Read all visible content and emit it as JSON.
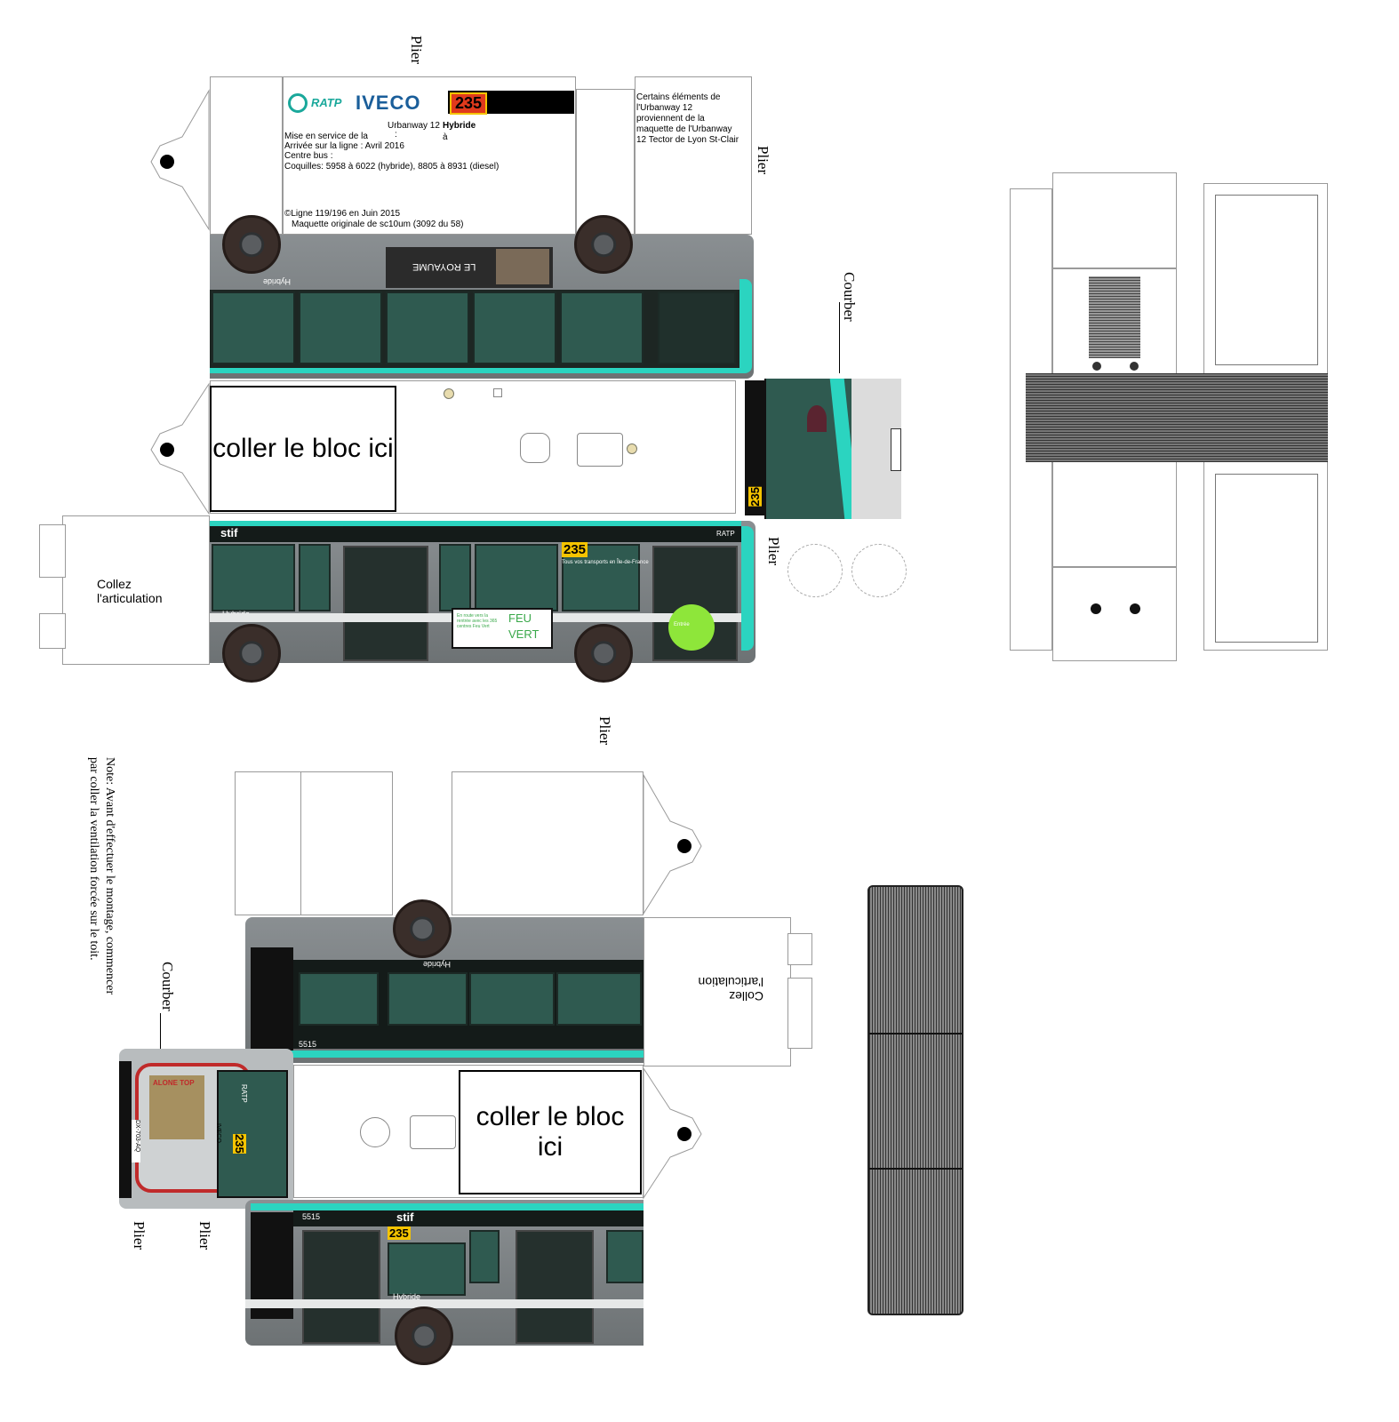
{
  "labels": {
    "plier": "Plier",
    "courber": "Courber",
    "coller_bloc": "coller le bloc ici",
    "collez_articulation": "Collez l'articulation",
    "hybride": "Hybride",
    "note": "Note: Avant d'effectuer le montage, commencer par coller la ventilation forcée sur le toit."
  },
  "info_card": {
    "brand_ratp": "RATP",
    "brand_iveco": "IVECO",
    "line_number": "235",
    "model": "Urbanway 12",
    "model_variant": "Hybride",
    "line1": "Mise en service de la",
    "line1b": ":",
    "line1c": "à",
    "line2": "Arrivée sur la ligne : Avril 2016",
    "line3": "Centre bus :",
    "line4": "Coquilles: 5958 à 6022 (hybride), 8805 à 8931 (diesel)",
    "line5": "©Ligne 119/196 en Juin 2015",
    "line6": "Maquette originale de sc10um (3092 du 58)"
  },
  "side_note": "Certains éléments de l'Urbanway 12 proviennent de la maquette de l'Urbanway 12 Tector de Lyon St-Clair",
  "ads": {
    "royaume": "LE ROYAUME",
    "feu_vert_1": "FEU",
    "feu_vert_2": "VERT",
    "feu_vert_small": "En route vers la rentrée avec les 365 centres Feu Vert",
    "transports": "Tous vos transports en Île-de-France",
    "entree": "Entrée",
    "alone": "ALONE TOP"
  },
  "bus": {
    "fleet_number": "5515",
    "plate": "DX-703-AQ",
    "stif": "stif",
    "ratp": "RATP",
    "iveco_front": "IVECO"
  },
  "colors": {
    "body_gray": "#7d8285",
    "window_green": "#2f5a50",
    "accent_teal": "#2bd4c0",
    "line_badge": "#f5c400",
    "feu_vert_green": "#8ee63a"
  }
}
